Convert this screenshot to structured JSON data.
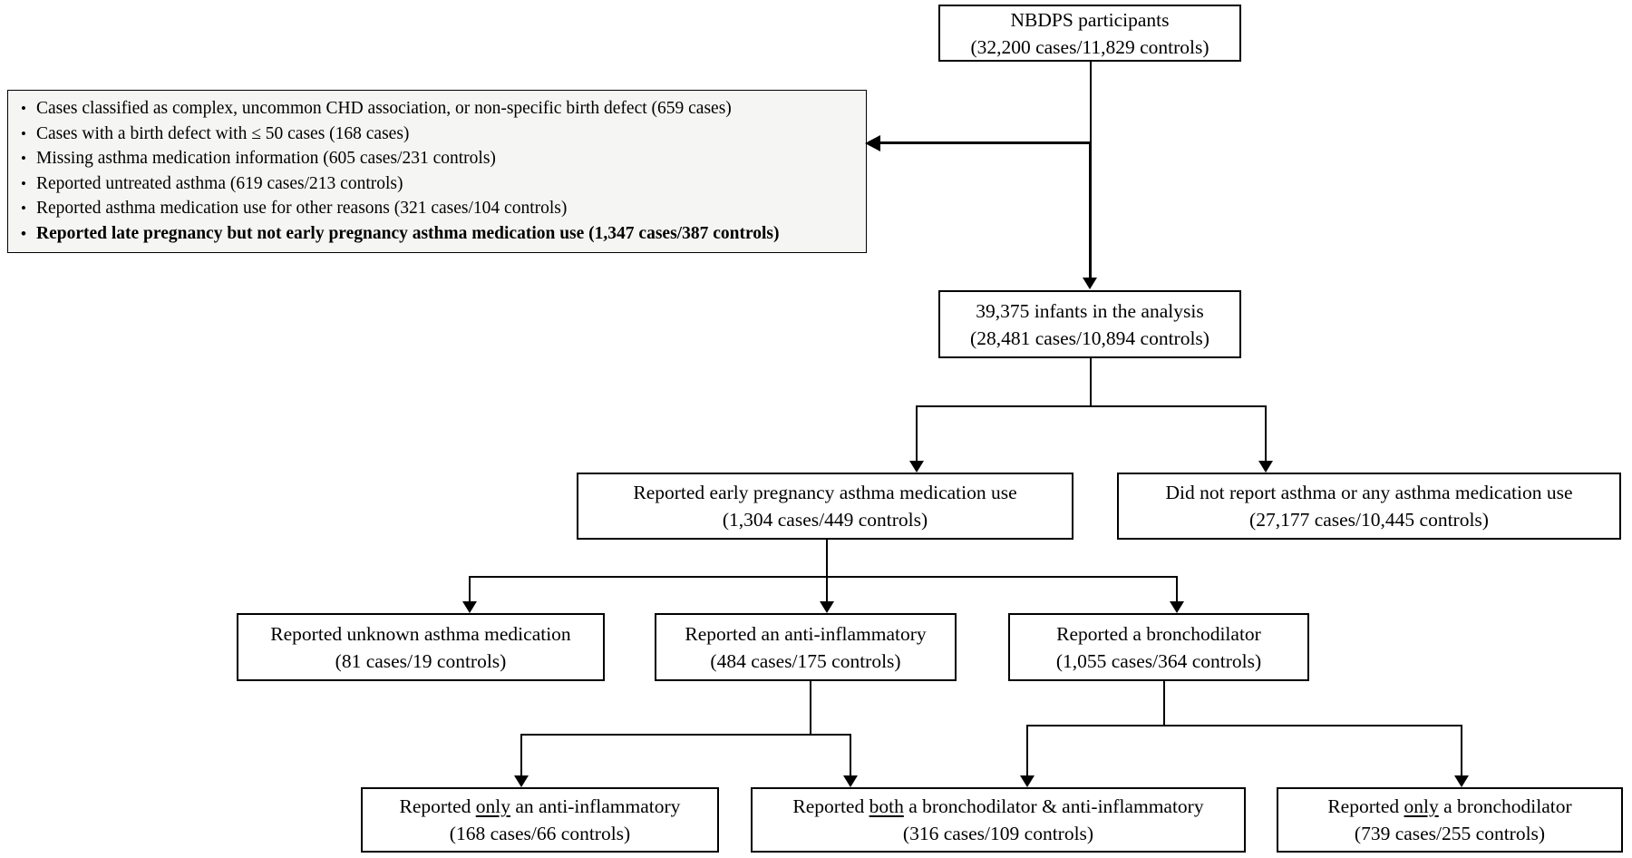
{
  "figure": {
    "boxes": {
      "top": {
        "line1": "NBDPS participants",
        "line2": "(32,200 cases/11,829 controls)"
      },
      "analysis": {
        "line1": "39,375 infants in the analysis",
        "line2": "(28,481 cases/10,894 controls)"
      },
      "early": {
        "line1": "Reported early pregnancy asthma medication use",
        "line2": "(1,304 cases/449 controls)"
      },
      "did_not_report": {
        "line1": "Did not report asthma or any asthma medication use",
        "line2": "(27,177 cases/10,445 controls)"
      },
      "unknown": {
        "line1": "Reported unknown asthma medication",
        "line2": "(81 cases/19 controls)"
      },
      "anti_inflammatory": {
        "line1": "Reported an anti-inflammatory",
        "line2": "(484 cases/175 controls)"
      },
      "bronchodilator": {
        "line1": "Reported a bronchodilator",
        "line2": "(1,055 cases/364 controls)"
      },
      "only_anti_inflammatory": {
        "pre": "Reported ",
        "underlined": "only",
        "post": " an anti-inflammatory",
        "line2": "(168 cases/66 controls)"
      },
      "both": {
        "pre": "Reported ",
        "underlined": "both",
        "post": " a bronchodilator & anti-inflammatory",
        "line2": "(316 cases/109 controls)"
      },
      "only_bronchodilator": {
        "pre": "Reported ",
        "underlined": "only",
        "post": " a bronchodilator",
        "line2": "(739 cases/255 controls)"
      }
    },
    "exclusions": {
      "bullet": "•",
      "items": [
        {
          "text": "Cases classified as complex, uncommon CHD association, or non-specific birth defect (659 cases)",
          "bold": false
        },
        {
          "text": "Cases with a birth defect with ≤ 50 cases (168 cases)",
          "bold": false
        },
        {
          "text": "Missing asthma medication information (605 cases/231 controls)",
          "bold": false
        },
        {
          "text": "Reported untreated asthma (619 cases/213 controls)",
          "bold": false
        },
        {
          "text": "Reported asthma medication use for other reasons (321 cases/104 controls)",
          "bold": false
        },
        {
          "text": "Reported late pregnancy but not early pregnancy asthma medication use (1,347 cases/387 controls)",
          "bold": true
        }
      ]
    },
    "colors": {
      "box_border": "#000000",
      "box_bg": "#ffffff",
      "exclusion_bg": "#f5f5f3",
      "line": "#000000",
      "text": "#000000",
      "page_bg": "#ffffff"
    }
  }
}
